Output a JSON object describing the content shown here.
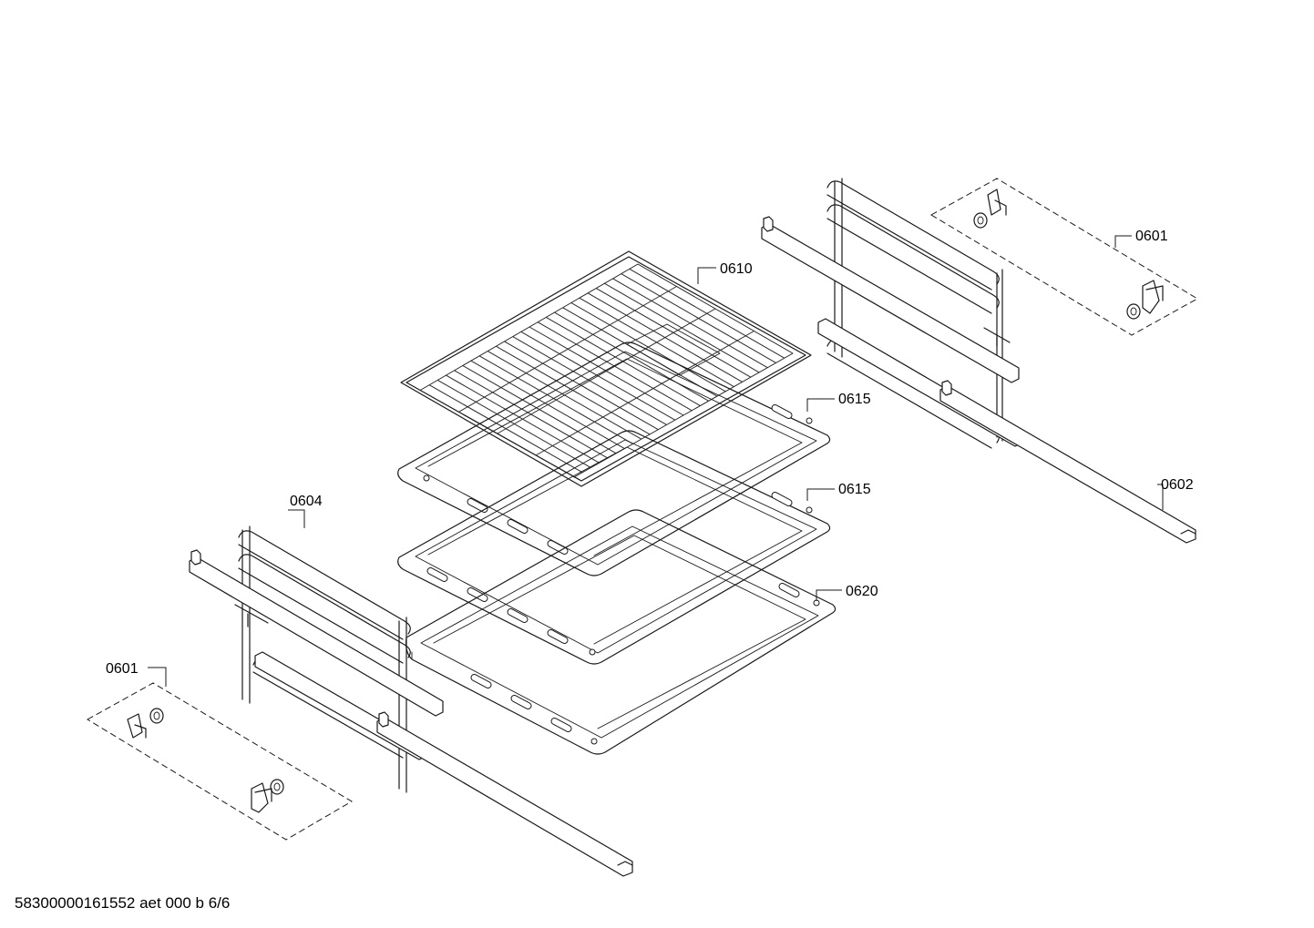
{
  "parts": {
    "p0601_right": "0601",
    "p0601_left": "0601",
    "p0602": "0602",
    "p0604": "0604",
    "p0610": "0610",
    "p0615_upper": "0615",
    "p0615_lower": "0615",
    "p0620": "0620"
  },
  "footer": {
    "doc_code": "58300000161552 aet 000 b 6/6"
  },
  "colors": {
    "line": "#1a1a1a",
    "background": "#ffffff"
  }
}
